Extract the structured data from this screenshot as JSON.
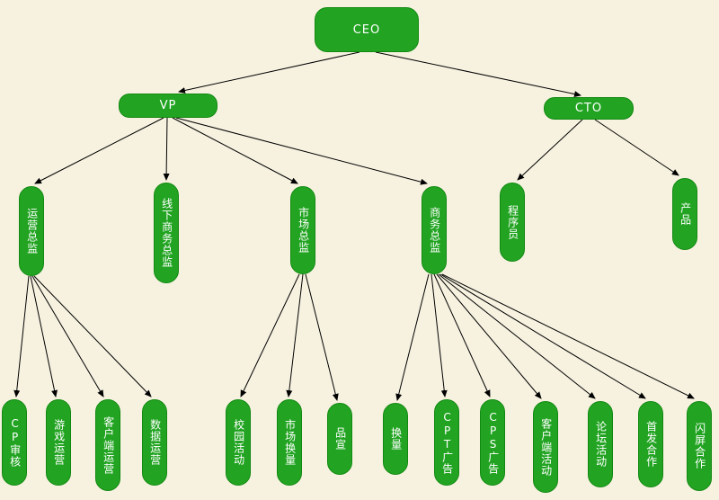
{
  "colors": {
    "background": "#f7f2e0",
    "node_fill": "#22a422",
    "node_border": "#128912",
    "text": "#ffffff",
    "line": "#000000"
  },
  "nodes": {
    "ceo": {
      "label": "CEO"
    },
    "vp": {
      "label": "VP"
    },
    "cto": {
      "label": "CTO"
    },
    "ops_director": {
      "label": "运营总监"
    },
    "offline_biz_director": {
      "label": "线下商务总监"
    },
    "marketing_director": {
      "label": "市场总监"
    },
    "biz_director": {
      "label": "商务总监"
    },
    "programmer": {
      "label": "程序员"
    },
    "product": {
      "label": "产品"
    },
    "cp_review": {
      "label": "CP审核"
    },
    "game_ops": {
      "label": "游戏运营"
    },
    "client_ops": {
      "label": "客户端运营"
    },
    "data_ops": {
      "label": "数据运营"
    },
    "campus_events": {
      "label": "校园活动"
    },
    "market_exchange": {
      "label": "市场换量"
    },
    "branding": {
      "label": "品宣"
    },
    "exchange": {
      "label": "换量"
    },
    "cpt_ads": {
      "label": "CPT广告"
    },
    "cps_ads": {
      "label": "CPS广告"
    },
    "client_events": {
      "label": "客户端活动"
    },
    "forum_events": {
      "label": "论坛活动"
    },
    "launch_partnership": {
      "label": "首发合作"
    },
    "splash_partnership": {
      "label": "闪屏合作"
    }
  },
  "edges": [
    {
      "from": "ceo",
      "to": "vp"
    },
    {
      "from": "ceo",
      "to": "cto"
    },
    {
      "from": "vp",
      "to": "ops_director"
    },
    {
      "from": "vp",
      "to": "offline_biz_director"
    },
    {
      "from": "vp",
      "to": "marketing_director"
    },
    {
      "from": "vp",
      "to": "biz_director"
    },
    {
      "from": "cto",
      "to": "programmer"
    },
    {
      "from": "cto",
      "to": "product"
    },
    {
      "from": "ops_director",
      "to": "cp_review"
    },
    {
      "from": "ops_director",
      "to": "game_ops"
    },
    {
      "from": "ops_director",
      "to": "client_ops"
    },
    {
      "from": "ops_director",
      "to": "data_ops"
    },
    {
      "from": "marketing_director",
      "to": "campus_events"
    },
    {
      "from": "marketing_director",
      "to": "market_exchange"
    },
    {
      "from": "marketing_director",
      "to": "branding"
    },
    {
      "from": "biz_director",
      "to": "exchange"
    },
    {
      "from": "biz_director",
      "to": "cpt_ads"
    },
    {
      "from": "biz_director",
      "to": "cps_ads"
    },
    {
      "from": "biz_director",
      "to": "client_events"
    },
    {
      "from": "biz_director",
      "to": "forum_events"
    },
    {
      "from": "biz_director",
      "to": "launch_partnership"
    },
    {
      "from": "biz_director",
      "to": "splash_partnership"
    }
  ]
}
